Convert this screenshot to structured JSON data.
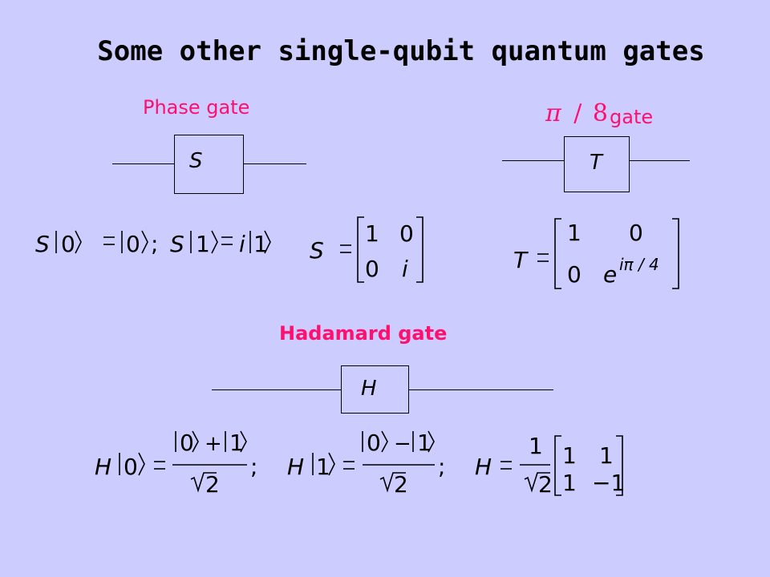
{
  "slide": {
    "title": "Some other single-qubit quantum gates"
  },
  "phase_gate": {
    "label": "Phase gate",
    "symbol": "S",
    "eq_lhs_1": "S",
    "ket0": "0",
    "ket1": "1",
    "semicolon": ";",
    "coef_i": "i",
    "matrix_name": "S",
    "matrix": [
      [
        "1",
        "0"
      ],
      [
        "0",
        "i"
      ]
    ]
  },
  "t_gate": {
    "label_pi": "π",
    "label_slash": "/",
    "label_eight": "8",
    "label_word": "gate",
    "symbol": "T",
    "matrix_name": "T",
    "matrix": [
      [
        "1",
        "0"
      ],
      [
        "0",
        "e"
      ]
    ],
    "exponent": "iπ / 4"
  },
  "hadamard_gate": {
    "label": "Hadamard gate",
    "symbol": "H",
    "lhs": "H",
    "ket0": "0",
    "ket1": "1",
    "plus": "+",
    "minus": "−",
    "sqrt2": "2",
    "semicolon": ";",
    "prefactor_num": "1",
    "matrix_name": "H",
    "matrix": [
      [
        "1",
        "1"
      ],
      [
        "1",
        "−1"
      ]
    ]
  },
  "colors": {
    "background": "#ccccff",
    "label": "#ff0f6e",
    "ink": "#000000"
  }
}
